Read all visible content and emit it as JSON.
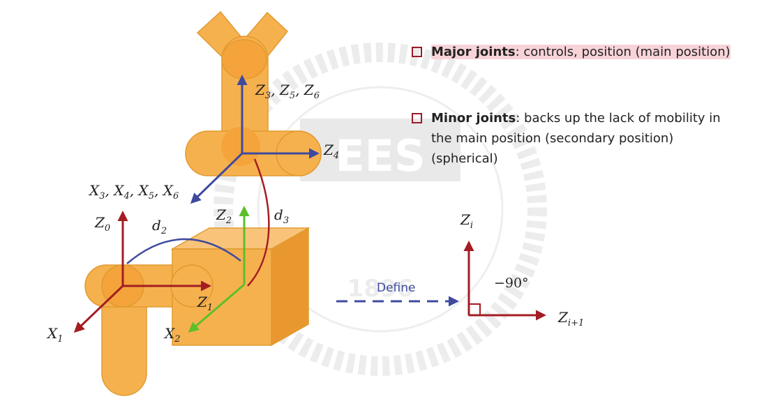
{
  "bullets": [
    {
      "bold": "Major joints",
      "rest": ": controls, position (main position)",
      "highlighted": true
    },
    {
      "bold": "Minor joints",
      "rest": ": backs up the lack of mobility in the main position (secondary position) (spherical)",
      "highlighted": false
    }
  ],
  "define_label": "Define",
  "angle_label": "−90°",
  "watermark_year": "1896",
  "watermark_letters": "EES",
  "colors": {
    "link": "#f6b14f",
    "link_stroke": "#e19a2f",
    "z_axis": "#a31d22",
    "blue_axis": "#3f4a9e",
    "green_axis": "#5cbf2a",
    "bullet_box": "#9b1b2a",
    "highlight": "#f7d3d8"
  }
}
